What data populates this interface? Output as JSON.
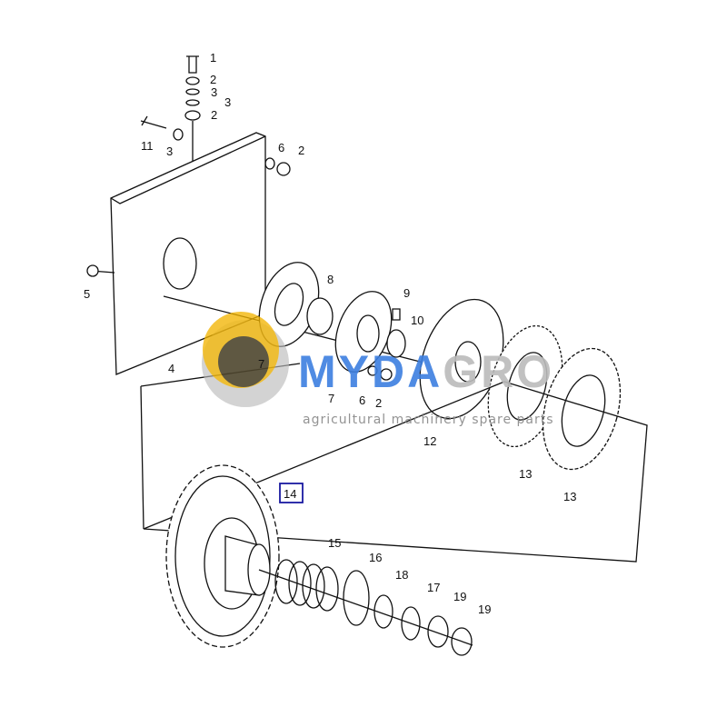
{
  "diagram": {
    "labels": [
      "1",
      "2",
      "3",
      "3",
      "2",
      "11",
      "3",
      "6",
      "2",
      "5",
      "4",
      "8",
      "7",
      "9",
      "10",
      "7",
      "6",
      "2",
      "12",
      "13",
      "13",
      "14",
      "15",
      "16",
      "18",
      "17",
      "19",
      "19"
    ],
    "highlighted_label": "14",
    "highlight_color": "#1a1aa0"
  },
  "watermark": {
    "brand_blue": "MYDA",
    "brand_grey": "GRO",
    "tagline": "agricultural machinery spare parts",
    "blue": "#3d7fe0",
    "grey": "#bbbbbb",
    "sun": "#f2b400"
  }
}
